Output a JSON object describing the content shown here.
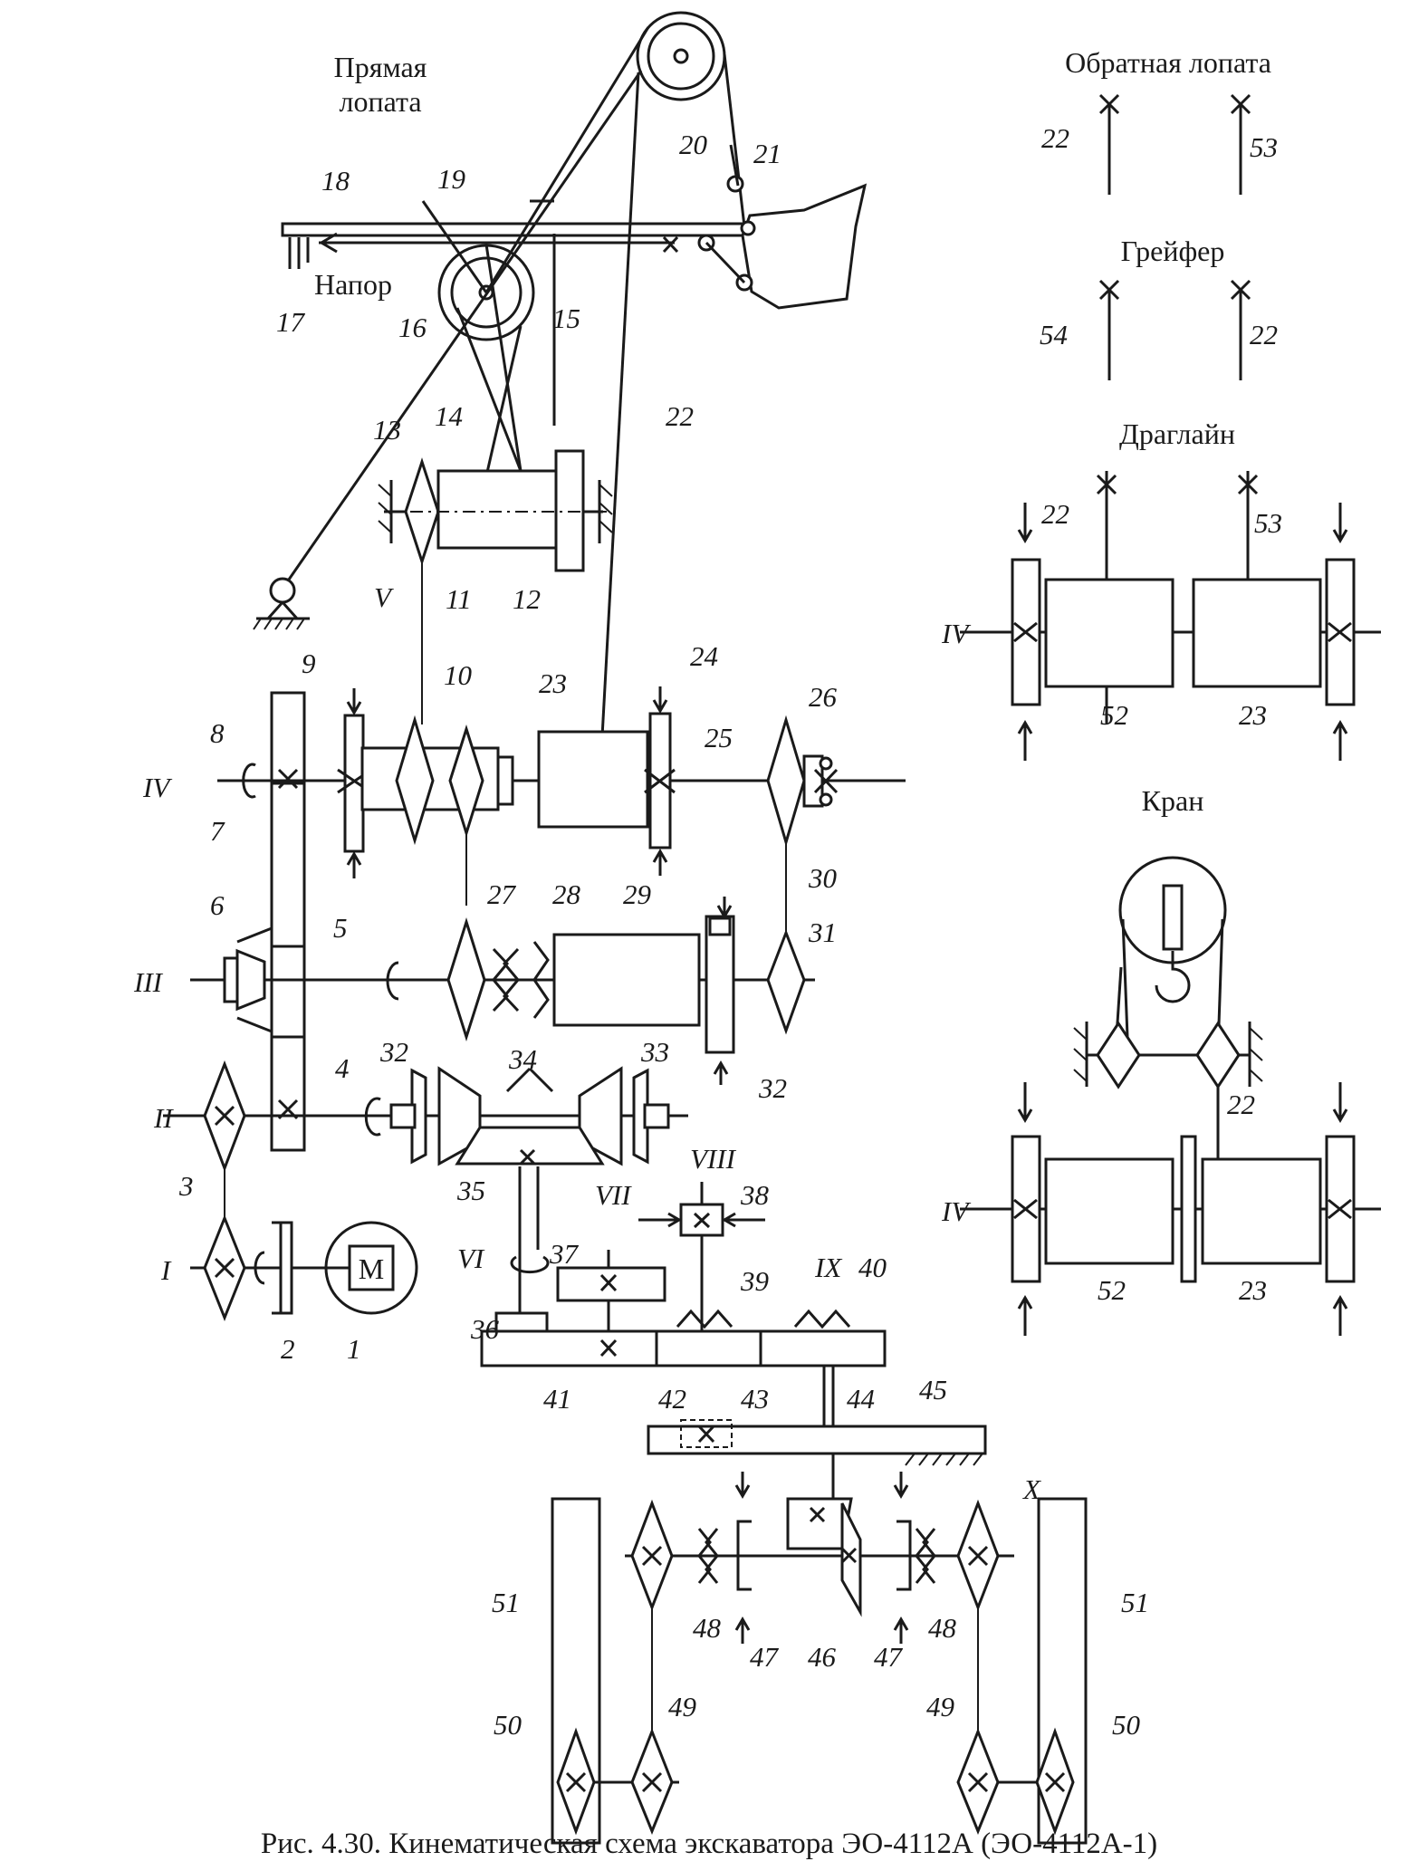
{
  "titles": {
    "pryamaya_1": "Прямая",
    "pryamaya_2": "лопата",
    "napor": "Напор",
    "obratnaya": "Обратная лопата",
    "greifer": "Грейфер",
    "dragline": "Драглайн",
    "kran": "Кран",
    "motor": "М"
  },
  "caption": "Рис. 4.30. Кинематическая схема экскаватора ЭО-4112А (ЭО-4112А-1)",
  "shafts": [
    "I",
    "II",
    "III",
    "IV",
    "V",
    "VI",
    "VII",
    "VIII",
    "IX",
    "X",
    "IV",
    "IV"
  ],
  "labels": [
    "1",
    "2",
    "3",
    "4",
    "5",
    "6",
    "7",
    "8",
    "9",
    "10",
    "11",
    "12",
    "13",
    "14",
    "15",
    "16",
    "17",
    "18",
    "19",
    "20",
    "21",
    "22",
    "23",
    "24",
    "25",
    "26",
    "27",
    "28",
    "29",
    "30",
    "31",
    "32",
    "32",
    "33",
    "34",
    "35",
    "36",
    "37",
    "38",
    "39",
    "40",
    "41",
    "42",
    "43",
    "44",
    "45",
    "46",
    "47",
    "47",
    "48",
    "48",
    "49",
    "49",
    "50",
    "50",
    "51",
    "51",
    "22",
    "53",
    "54",
    "22",
    "22",
    "53",
    "52",
    "23",
    "22",
    "52",
    "23"
  ],
  "icons": [
    "motor-icon",
    "clutch-icon",
    "brake-icon",
    "gear-icon",
    "drum-icon",
    "pulley-icon",
    "hook-icon",
    "ground-support-icon"
  ]
}
